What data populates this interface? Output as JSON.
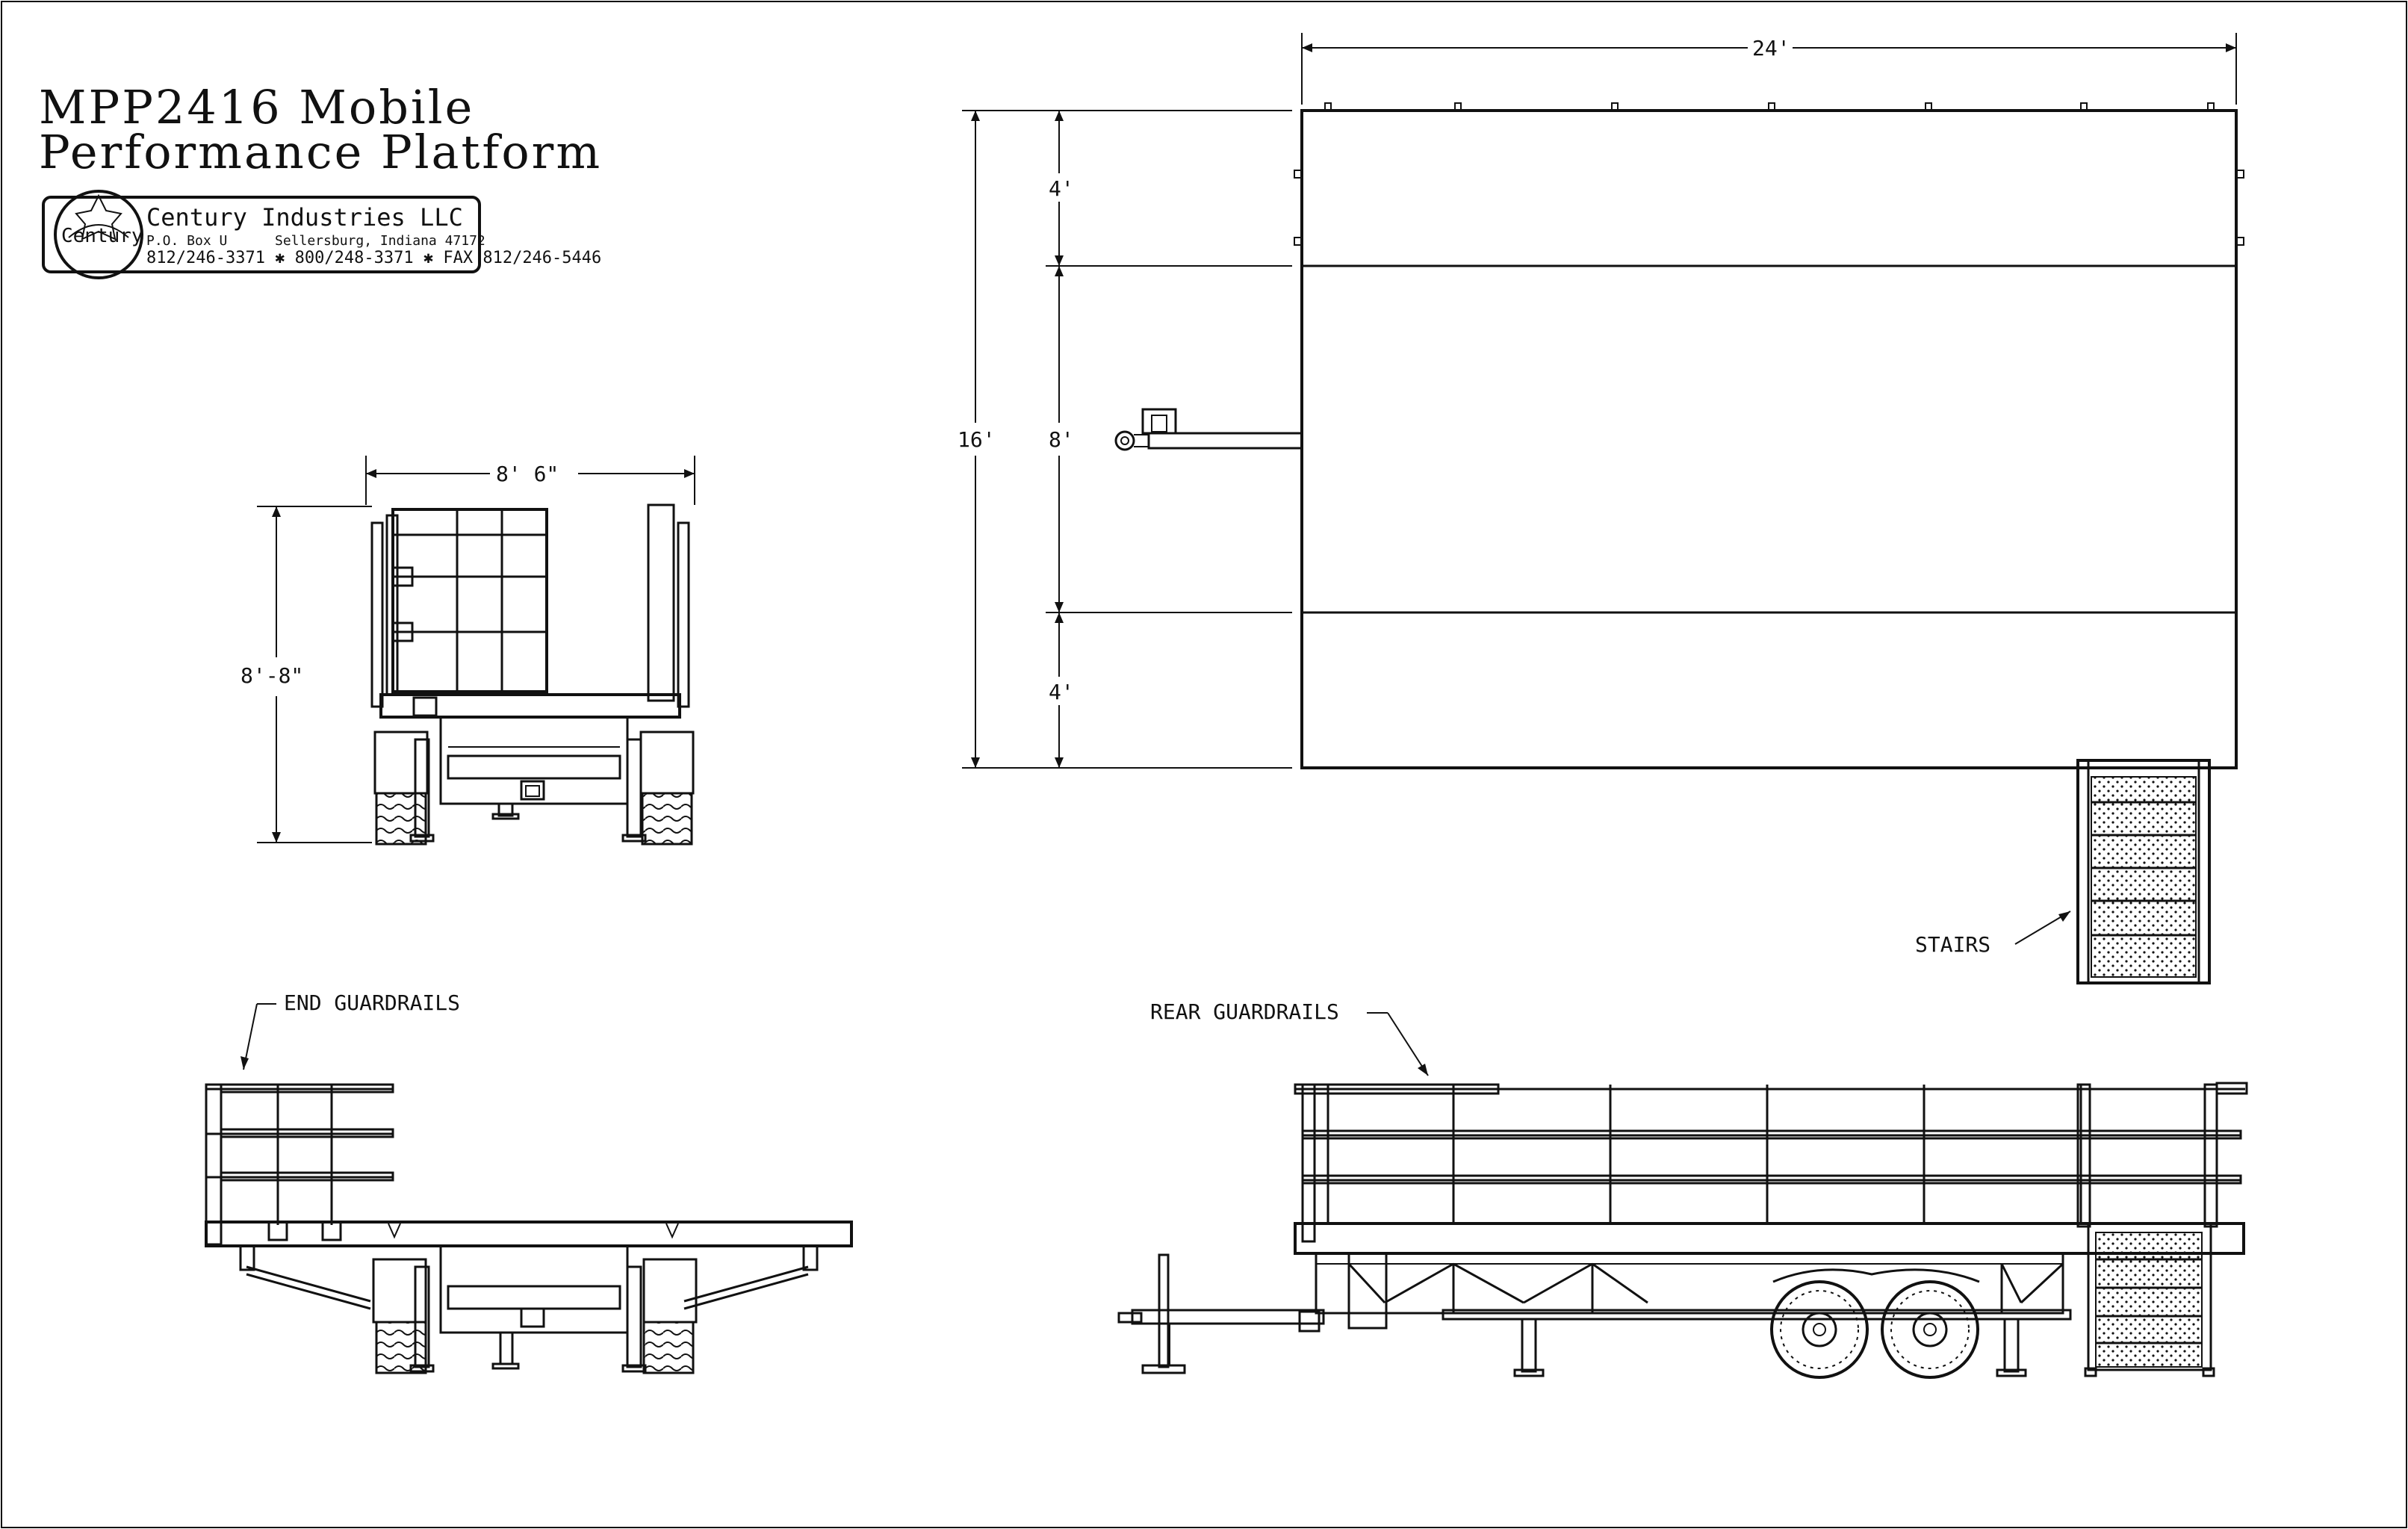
{
  "title": {
    "line1": "MPP2416 Mobile",
    "line2": "Performance Platform"
  },
  "company": {
    "name": "Century Industries LLC",
    "logo_text": "Century",
    "address_po": "P.O. Box U",
    "address_city": "Sellersburg, Indiana 47172",
    "phones": "812/246-3371 ✱ 800/248-3371 ✱ FAX 812/246-5446"
  },
  "dimensions": {
    "top_width": "24'",
    "top_depth_total": "16'",
    "top_depth_front": "4'",
    "top_depth_middle": "8'",
    "top_depth_back": "4'",
    "end_width": "8' 6\"",
    "end_height": "8'-8\""
  },
  "labels": {
    "stairs": "STAIRS",
    "end_guardrails": "END GUARDRAILS",
    "rear_guardrails": "REAR GUARDRAILS"
  },
  "icons": [
    "century-logo-icon"
  ]
}
